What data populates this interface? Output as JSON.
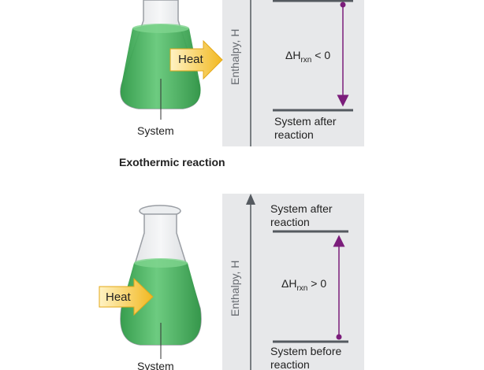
{
  "colors": {
    "panel": "#e7e8ea",
    "arrow": "#7b1d7b",
    "heat": "#f2c230",
    "liquid": "#3fae55",
    "level": "#555a60"
  },
  "exothermic": {
    "caption": "Exothermic reaction",
    "heat_label": "Heat",
    "system_label": "System",
    "axis_label": "Enthalpy, H",
    "delta_label": {
      "prefix": "ΔH",
      "sub": "rxn",
      "suffix": " < 0"
    },
    "after_label": [
      "System after",
      "reaction"
    ]
  },
  "endothermic": {
    "heat_label": "Heat",
    "system_label": "System",
    "axis_label": "Enthalpy, H",
    "delta_label": {
      "prefix": "ΔH",
      "sub": "rxn",
      "suffix": " > 0"
    },
    "after_label": [
      "System after",
      "reaction"
    ],
    "before_label": [
      "System before",
      "reaction"
    ]
  }
}
